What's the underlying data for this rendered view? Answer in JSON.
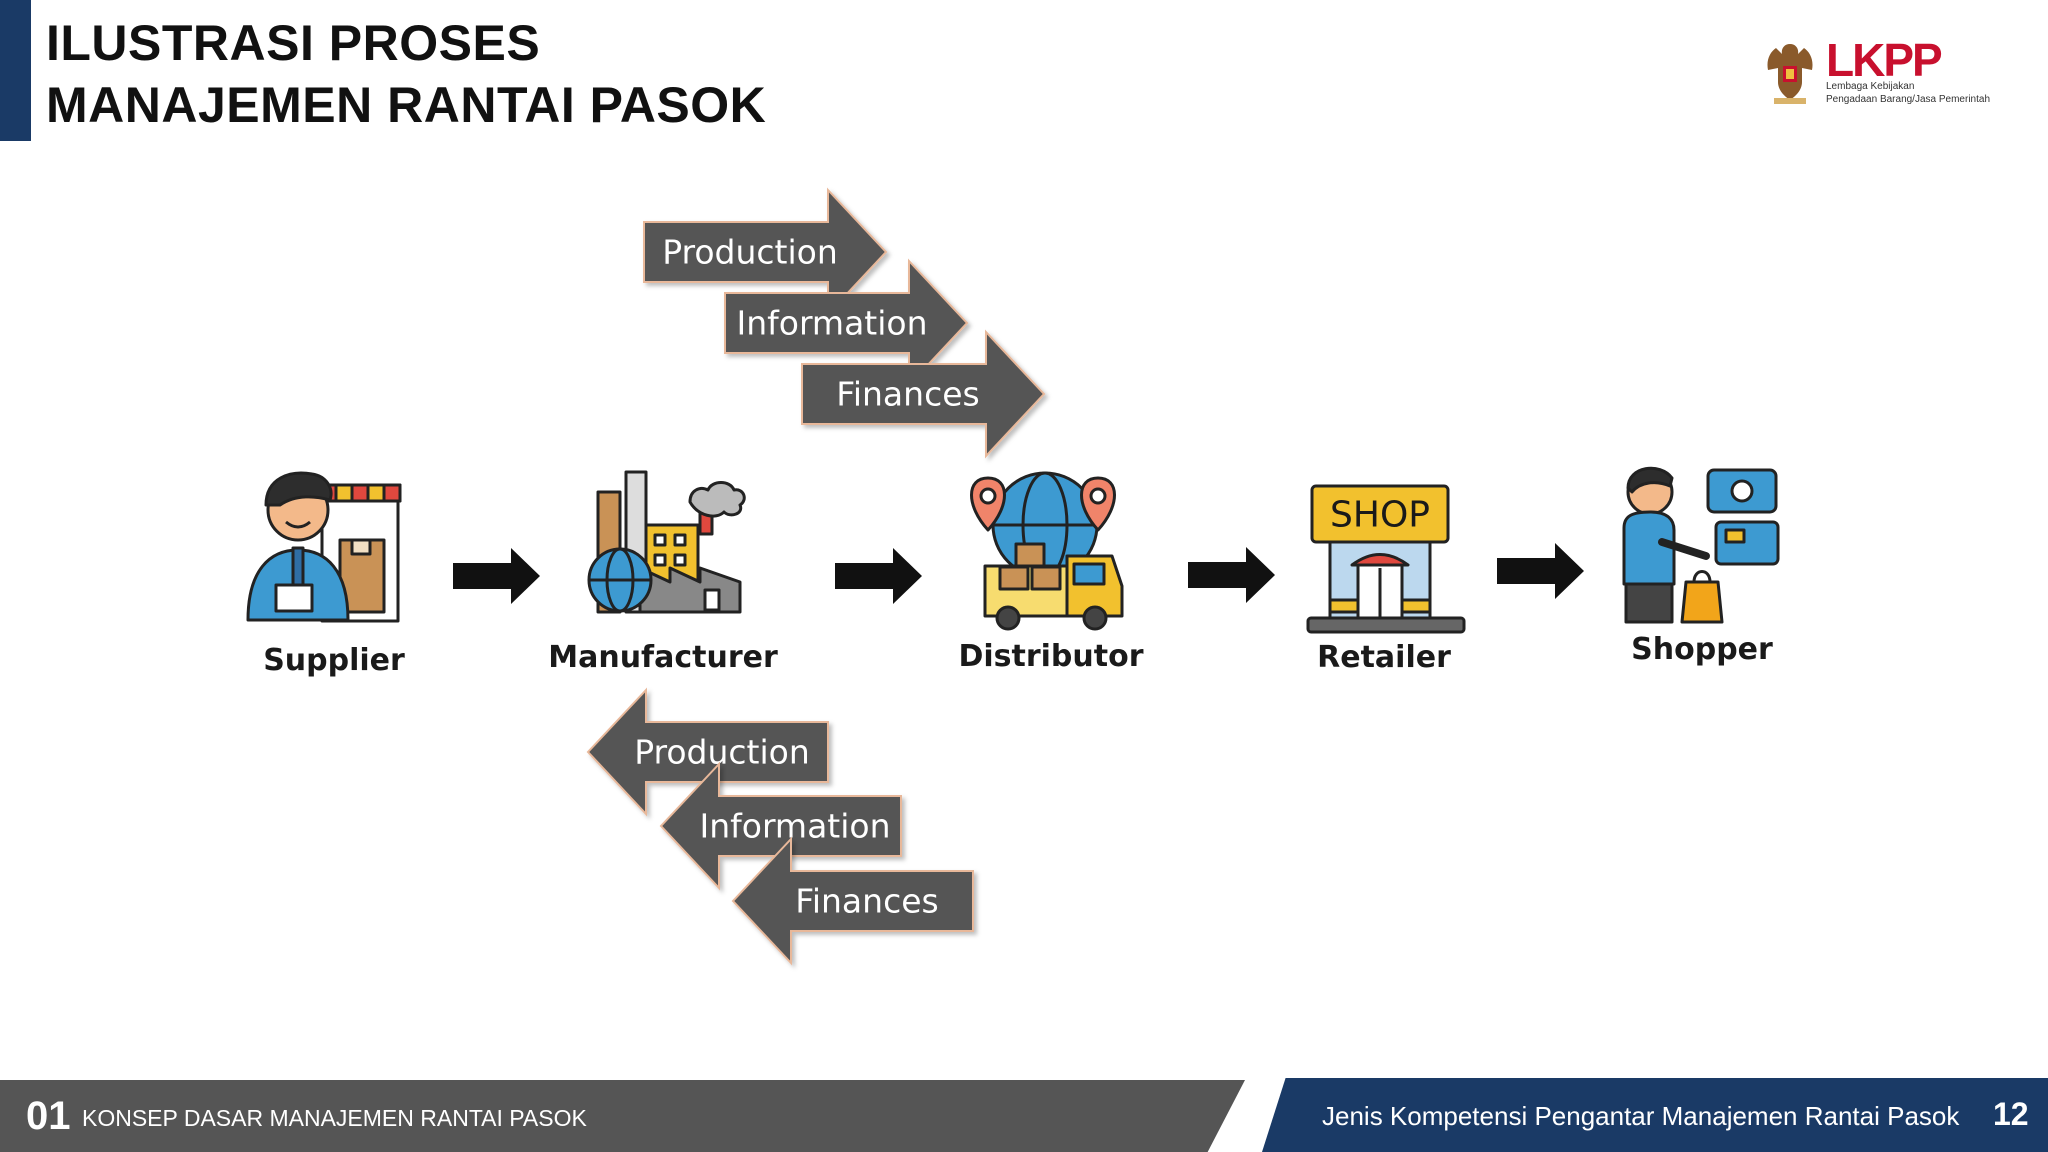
{
  "slide": {
    "title_line1": "ILUSTRASI PROSES",
    "title_line2": "MANAJEMEN RANTAI PASOK"
  },
  "logo": {
    "wordmark": "LKPP",
    "subtitle_line1": "Lembaga Kebijakan",
    "subtitle_line2": "Pengadaan Barang/Jasa Pemerintah"
  },
  "diagram": {
    "forward_flows": [
      "Production",
      "Information",
      "Finances"
    ],
    "backward_flows": [
      "Production",
      "Information",
      "Finances"
    ],
    "nodes": [
      "Supplier",
      "Manufacturer",
      "Distributor",
      "Retailer",
      "Shopper"
    ],
    "shop_sign": "SHOP"
  },
  "footer": {
    "chapter_number": "01",
    "chapter_title": "KONSEP DASAR MANAJEMEN RANTAI PASOK",
    "course_title": "Jenis Kompetensi Pengantar Manajemen Rantai Pasok",
    "page_number": "12"
  },
  "colors": {
    "accent_navy": "#1a3a66",
    "footer_gray": "#555555",
    "flow_arrow_gray": "#555555",
    "flow_arrow_outline": "#e8b89a",
    "logo_red": "#c8102e"
  }
}
